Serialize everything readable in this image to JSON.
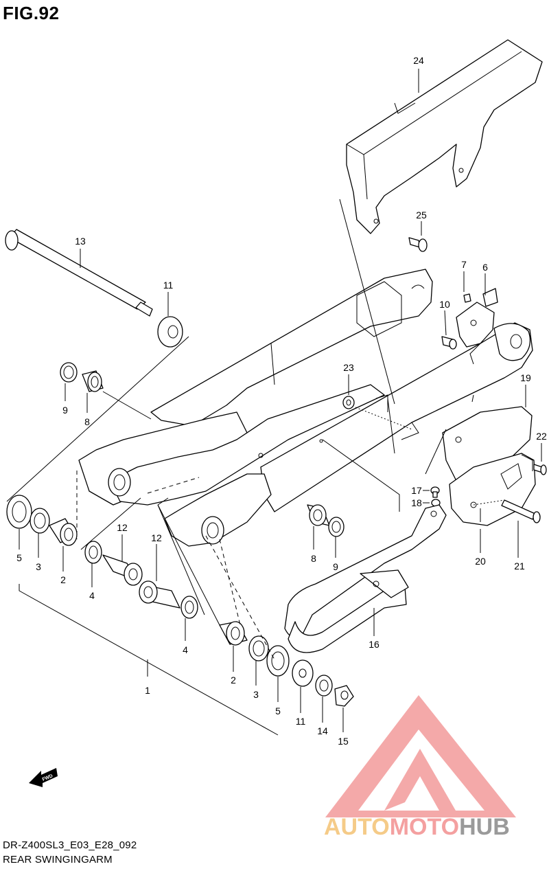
{
  "figure": {
    "title": "FIG.92"
  },
  "footer": {
    "model_code": "DR-Z400SL3_E03_E28_092",
    "section_name": "REAR SWINGINGARM"
  },
  "fwd_label": "FWD",
  "watermark": {
    "text_part1": "AUTO",
    "text_part2": "MOTO",
    "text_part3": "HUB",
    "colors": {
      "auto": "#f5cb88",
      "moto": "#f4a0a0",
      "hub": "#9a9a9a",
      "logo": "#f29a9a"
    }
  },
  "callouts": [
    "24",
    "25",
    "13",
    "11",
    "7",
    "6",
    "10",
    "9",
    "8",
    "23",
    "19",
    "22",
    "17",
    "18",
    "12",
    "12",
    "5",
    "3",
    "2",
    "4",
    "8",
    "9",
    "20",
    "21",
    "4",
    "16",
    "1",
    "2",
    "3",
    "5",
    "11",
    "14",
    "15"
  ]
}
